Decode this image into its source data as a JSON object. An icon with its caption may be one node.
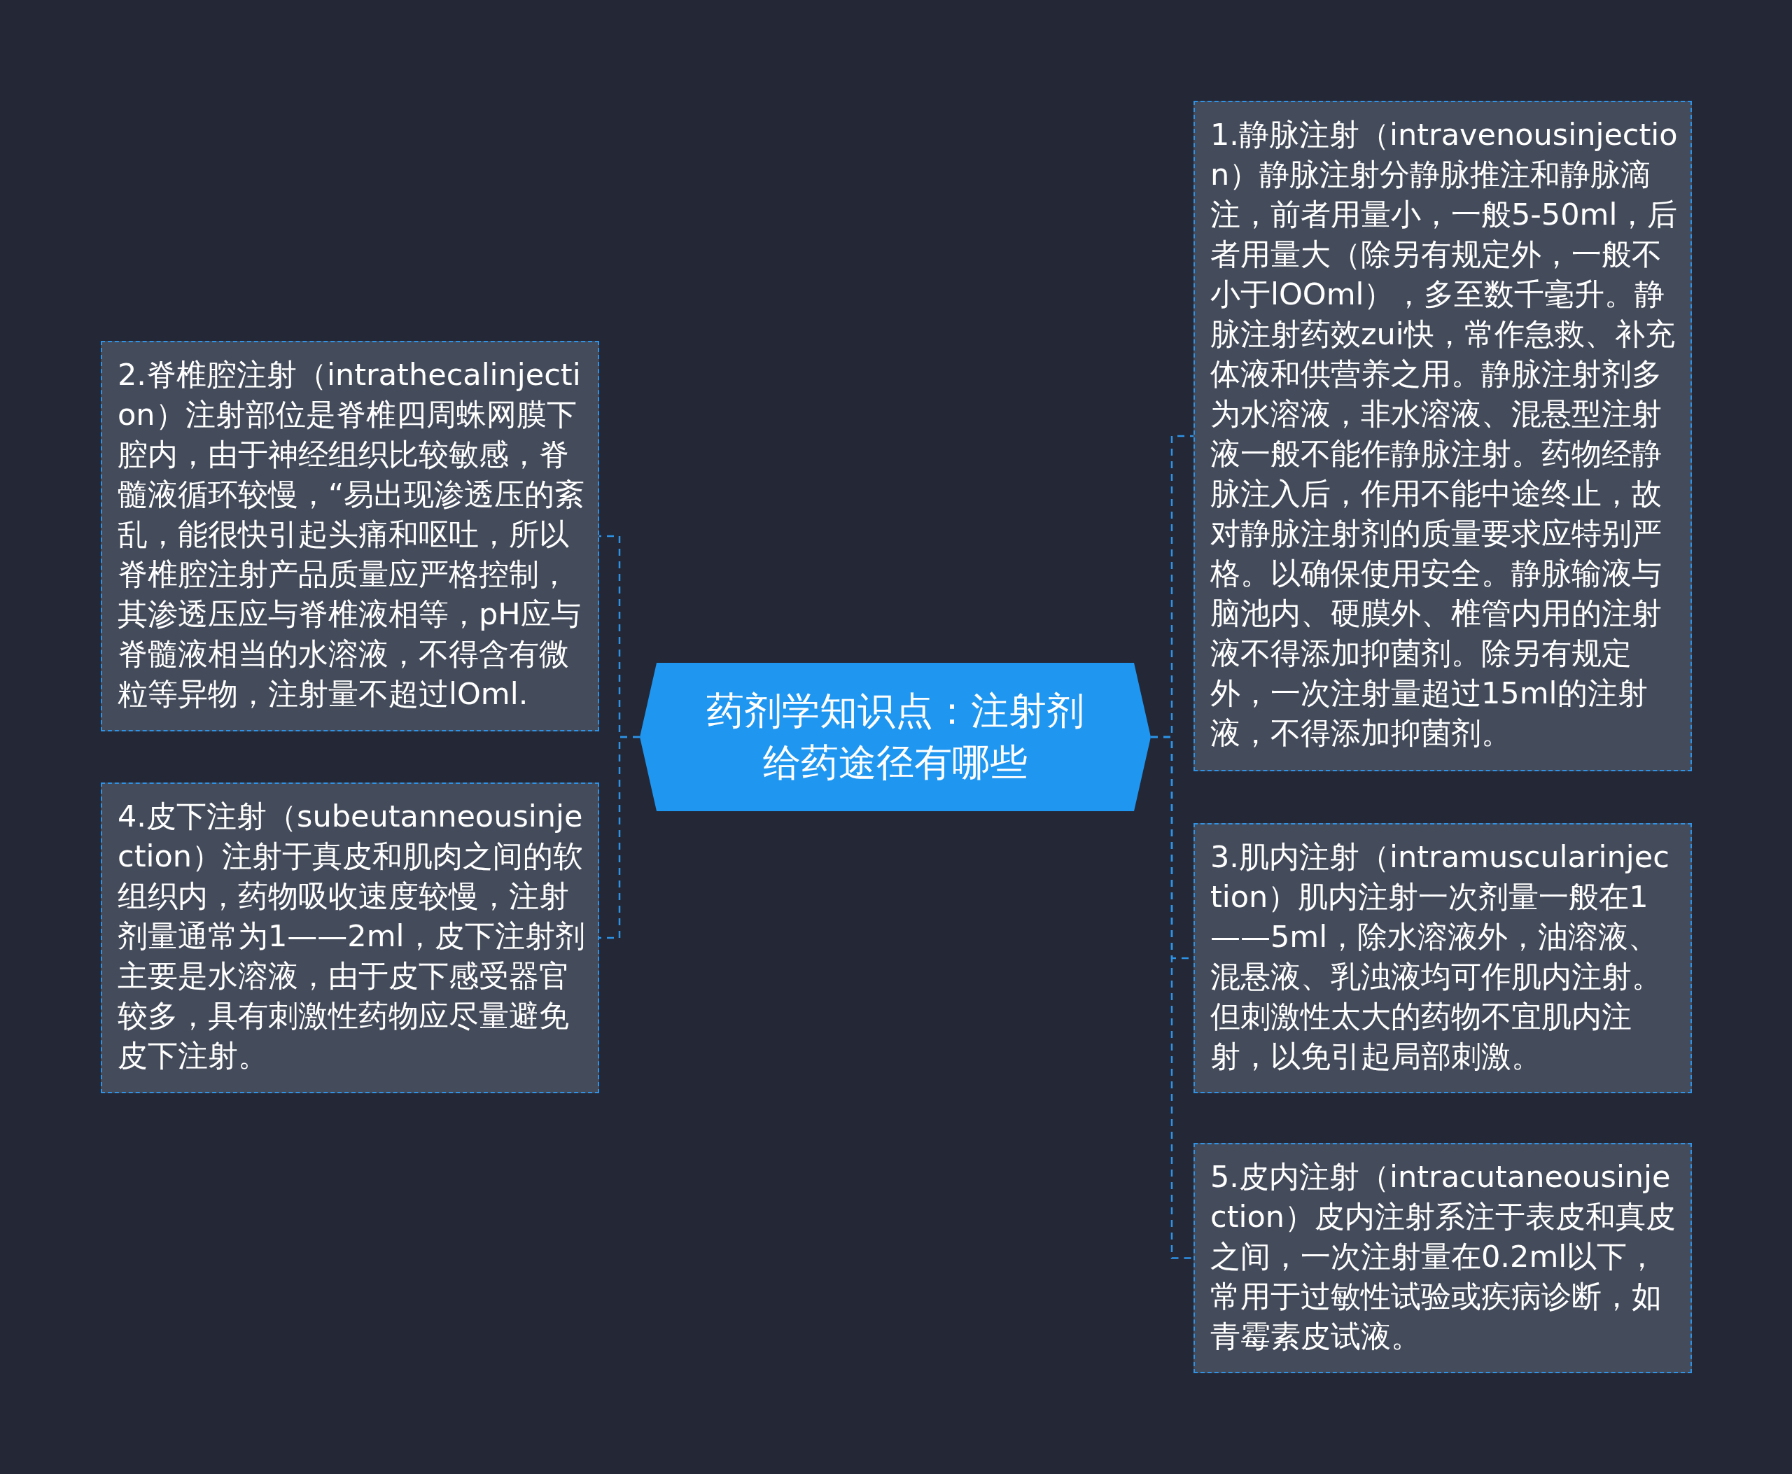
{
  "diagram": {
    "nodes": [
      {
        "text": [
          "药剂学知识点：注射剂给药途径有哪些"
        ]
      },
      {
        "text": [
          "1.静脉注射（intravenousinjection）静脉注射分静脉推注和静脉滴注，前者用量小，一般5-50ml，后者用量大（除另有规定外，一般不小于lOOml），多至数千毫升。静脉注射药效zui快，常作急救、补充体液和供营养之用。静脉注射剂多为水溶液，非水溶液、混悬型注射液一般不能作静脉注射。药物经静脉注入后，作用不能中途终止，故对静脉注射剂的质量要求应特别严格。以确保使用安全。静脉输液与脑池内、硬膜外、椎管内用的注射液不得添加抑菌剂。除另有规定外，一次注射量超过15ml的注射液，不得添加抑菌剂。"
        ]
      },
      {
        "text": [
          "2.脊椎腔注射（intrathecalinjection）注射部位是脊椎四周蛛网膜下腔内，由于神经组织比较敏感，脊髓液循环较慢，“易出现渗透压的紊乱，能很快引起头痛和呕吐，所以脊椎腔注射产品质量应严格控制，其渗透压应与脊椎液相等，pH应与脊髓液相当的水溶液，不得含有微粒等异物，注射量不超过lOml."
        ]
      },
      {
        "text": [
          "3.肌内注射（intramuscularinjection）肌内注射一次剂量一般在1——5ml，除水溶液外，油溶液、混悬液、乳浊液均可作肌内注射。但刺激性太大的药物不宜肌内注射，以免引起局部刺激。"
        ]
      },
      {
        "text": [
          "4.皮下注射（subeutanneousinjection）注射于真皮和肌肉之间的软组织内，药物吸收速度较慢，注射剂量通常为1——2ml，皮下注射剂主要是水溶液，由于皮下感受器官较多，具有刺激性药物应尽量避免皮下注射。"
        ]
      },
      {
        "text": [
          "5.皮内注射（intracutaneousinjection）皮内注射系注于表皮和真皮之间，一次注射量在0.2ml以下，常用于过敏性试验或疾病诊断，如青霉素皮试液。"
        ]
      }
    ],
    "edges": [
      {
        "from": 0,
        "to": 1,
        "arrow": "none",
        "style": "dashed"
      },
      {
        "from": 0,
        "to": 2,
        "arrow": "none",
        "style": "dashed"
      },
      {
        "from": 0,
        "to": 3,
        "arrow": "none",
        "style": "dashed"
      },
      {
        "from": 0,
        "to": 4,
        "arrow": "none",
        "style": "dashed"
      },
      {
        "from": 0,
        "to": 5,
        "arrow": "none",
        "style": "dashed"
      }
    ]
  }
}
